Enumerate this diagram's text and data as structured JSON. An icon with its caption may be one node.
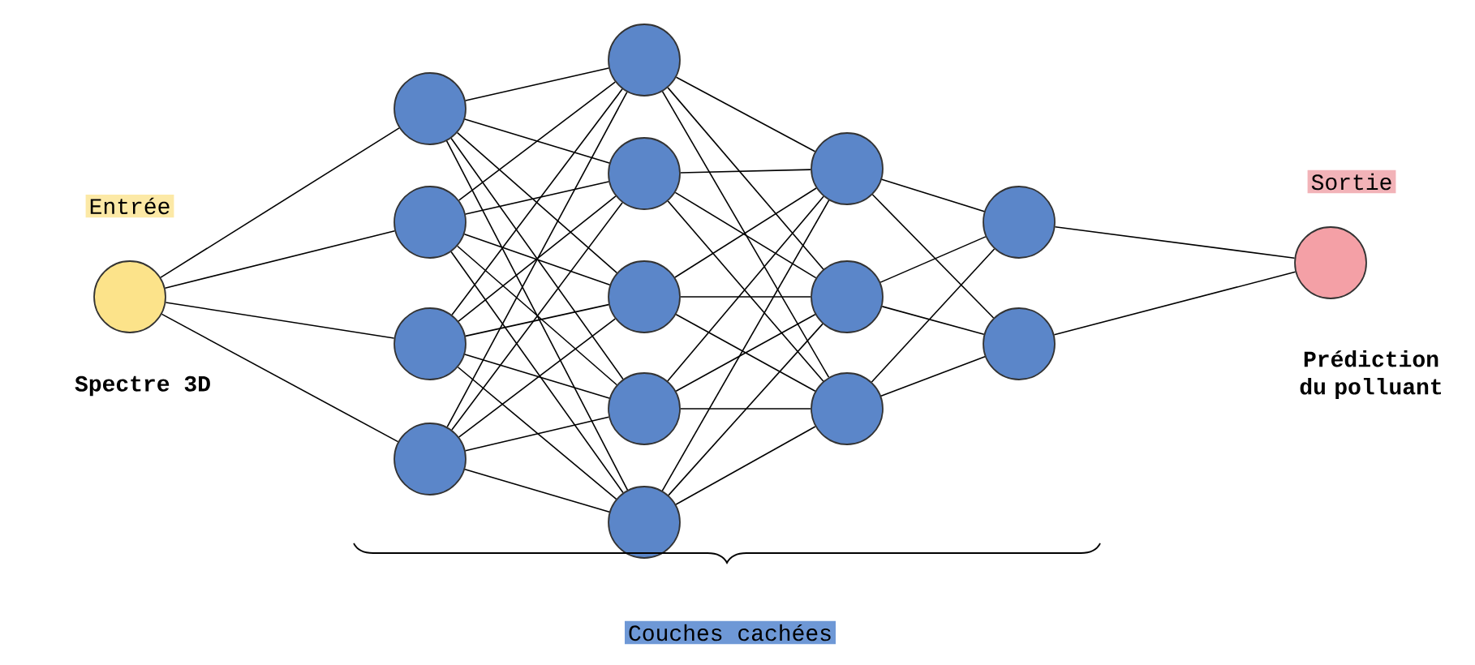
{
  "diagram": {
    "nodes": [
      {
        "text": [],
        "shape": "circle",
        "beside": [
          "Entrée",
          "Spectre 3D"
        ]
      },
      {
        "text": [],
        "shape": "circle"
      },
      {
        "text": [],
        "shape": "circle"
      },
      {
        "text": [],
        "shape": "circle"
      },
      {
        "text": [],
        "shape": "circle"
      },
      {
        "text": [],
        "shape": "circle"
      },
      {
        "text": [],
        "shape": "circle"
      },
      {
        "text": [],
        "shape": "circle"
      },
      {
        "text": [],
        "shape": "circle"
      },
      {
        "text": [],
        "shape": "circle"
      },
      {
        "text": [],
        "shape": "circle"
      },
      {
        "text": [],
        "shape": "circle"
      },
      {
        "text": [],
        "shape": "circle"
      },
      {
        "text": [],
        "shape": "circle"
      },
      {
        "text": [],
        "shape": "circle"
      },
      {
        "text": [],
        "shape": "circle",
        "beside": [
          "Sortie",
          "Prédiction du polluant"
        ]
      }
    ],
    "edges": [
      {
        "from": 0,
        "to": 1,
        "arrow": "none"
      },
      {
        "from": 0,
        "to": 2,
        "arrow": "none"
      },
      {
        "from": 0,
        "to": 3,
        "arrow": "none"
      },
      {
        "from": 0,
        "to": 4,
        "arrow": "none"
      },
      {
        "from": 1,
        "to": 5,
        "arrow": "none"
      },
      {
        "from": 1,
        "to": 6,
        "arrow": "none"
      },
      {
        "from": 1,
        "to": 7,
        "arrow": "none"
      },
      {
        "from": 1,
        "to": 8,
        "arrow": "none"
      },
      {
        "from": 1,
        "to": 9,
        "arrow": "none"
      },
      {
        "from": 2,
        "to": 5,
        "arrow": "none"
      },
      {
        "from": 2,
        "to": 6,
        "arrow": "none"
      },
      {
        "from": 2,
        "to": 7,
        "arrow": "none"
      },
      {
        "from": 2,
        "to": 8,
        "arrow": "none"
      },
      {
        "from": 2,
        "to": 9,
        "arrow": "none"
      },
      {
        "from": 3,
        "to": 5,
        "arrow": "none"
      },
      {
        "from": 3,
        "to": 6,
        "arrow": "none"
      },
      {
        "from": 3,
        "to": 7,
        "arrow": "none"
      },
      {
        "from": 3,
        "to": 8,
        "arrow": "none"
      },
      {
        "from": 3,
        "to": 9,
        "arrow": "none"
      },
      {
        "from": 4,
        "to": 5,
        "arrow": "none"
      },
      {
        "from": 4,
        "to": 6,
        "arrow": "none"
      },
      {
        "from": 4,
        "to": 7,
        "arrow": "none"
      },
      {
        "from": 4,
        "to": 8,
        "arrow": "none"
      },
      {
        "from": 4,
        "to": 9,
        "arrow": "none"
      },
      {
        "from": 5,
        "to": 10,
        "arrow": "none"
      },
      {
        "from": 5,
        "to": 11,
        "arrow": "none"
      },
      {
        "from": 5,
        "to": 12,
        "arrow": "none"
      },
      {
        "from": 6,
        "to": 10,
        "arrow": "none"
      },
      {
        "from": 6,
        "to": 11,
        "arrow": "none"
      },
      {
        "from": 6,
        "to": 12,
        "arrow": "none"
      },
      {
        "from": 7,
        "to": 10,
        "arrow": "none"
      },
      {
        "from": 7,
        "to": 11,
        "arrow": "none"
      },
      {
        "from": 7,
        "to": 12,
        "arrow": "none"
      },
      {
        "from": 8,
        "to": 10,
        "arrow": "none"
      },
      {
        "from": 8,
        "to": 11,
        "arrow": "none"
      },
      {
        "from": 8,
        "to": 12,
        "arrow": "none"
      },
      {
        "from": 9,
        "to": 10,
        "arrow": "none"
      },
      {
        "from": 9,
        "to": 11,
        "arrow": "none"
      },
      {
        "from": 9,
        "to": 12,
        "arrow": "none"
      },
      {
        "from": 10,
        "to": 13,
        "arrow": "none"
      },
      {
        "from": 10,
        "to": 14,
        "arrow": "none"
      },
      {
        "from": 11,
        "to": 13,
        "arrow": "none"
      },
      {
        "from": 11,
        "to": 14,
        "arrow": "none"
      },
      {
        "from": 12,
        "to": 13,
        "arrow": "none"
      },
      {
        "from": 12,
        "to": 14,
        "arrow": "none"
      },
      {
        "from": 13,
        "to": 15,
        "arrow": "none"
      },
      {
        "from": 14,
        "to": 15,
        "arrow": "none"
      }
    ],
    "labels": [
      "Couches cachées"
    ]
  }
}
